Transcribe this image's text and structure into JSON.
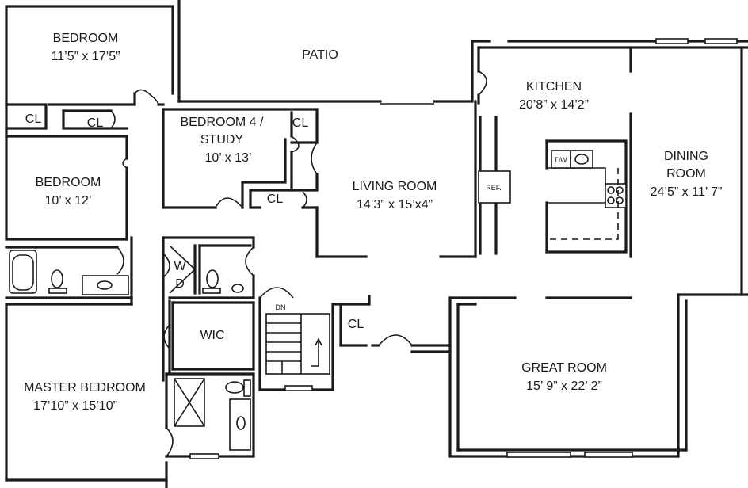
{
  "rooms": {
    "bedroom_1": {
      "name": "BEDROOM",
      "size": "11’5” x 17’5”"
    },
    "patio": {
      "name": "PATIO"
    },
    "kitchen": {
      "name": "KITCHEN",
      "size": "20’8” x 14’2”"
    },
    "closet_1": {
      "name": "CL"
    },
    "closet_2": {
      "name": "CL"
    },
    "bedroom_4": {
      "name_line1": "BEDROOM 4 /",
      "name_line2": "STUDY",
      "size": "10’ x 13’"
    },
    "closet_3": {
      "name": "CL"
    },
    "closet_4": {
      "name": "CL"
    },
    "bedroom_2": {
      "name": "BEDROOM",
      "size": "10’ x 12’"
    },
    "living_room": {
      "name": "LIVING ROOM",
      "size": "14’3” x 15’x4”"
    },
    "dining_room": {
      "name_line1": "DINING",
      "name_line2": "ROOM",
      "size": "24’5” x 11’ 7”"
    },
    "laundry": {
      "w": "W",
      "d": "D"
    },
    "wic": {
      "name": "WIC"
    },
    "stairs": {
      "label": "DN"
    },
    "closet_5": {
      "name": "CL"
    },
    "great_room": {
      "name": "GREAT ROOM",
      "size": "15’ 9” x 22’ 2”"
    },
    "master_bedroom": {
      "name": "MASTER BEDROOM",
      "size": "17’10” x 15’10”"
    }
  },
  "fixtures": {
    "refrigerator": "REF.",
    "dishwasher": "DW"
  }
}
